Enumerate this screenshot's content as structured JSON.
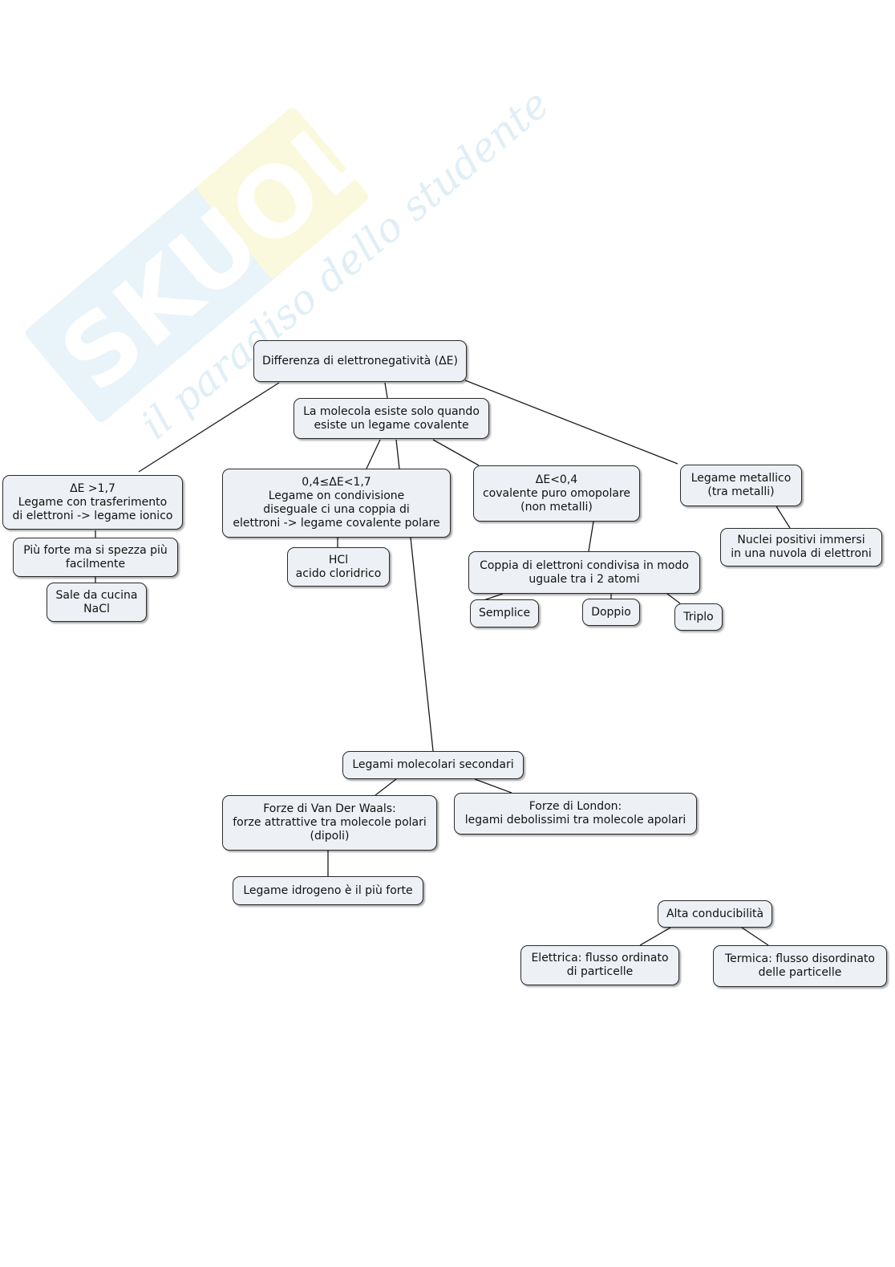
{
  "watermark": {
    "brand": "SKUOLA.net",
    "tagline": "il paradiso dello studente"
  },
  "nodes": {
    "root": [
      "Differenza di elettronegatività (ΔE)"
    ],
    "molecola": [
      "La molecola esiste solo quando",
      "esiste un legame covalente"
    ],
    "ionico": [
      "ΔE >1,7",
      "Legame con trasferimento",
      "di elettroni -> legame ionico"
    ],
    "piu_forte": [
      "Più forte ma si spezza più",
      "facilmente"
    ],
    "sale": [
      "Sale da cucina",
      "NaCl"
    ],
    "polare": [
      "0,4≤ΔE<1,7",
      "Legame on condivisione",
      "diseguale ci una coppia di",
      "elettroni -> legame covalente polare"
    ],
    "hcl": [
      "HCl",
      "acido cloridrico"
    ],
    "omopolare": [
      "ΔE<0,4",
      "covalente puro omopolare",
      "(non metalli)"
    ],
    "coppia": [
      "Coppia di elettroni condivisa in modo",
      "uguale tra i 2 atomi"
    ],
    "semplice": [
      "Semplice"
    ],
    "doppio": [
      "Doppio"
    ],
    "triplo": [
      "Triplo"
    ],
    "metallico": [
      "Legame metallico",
      "(tra metalli)"
    ],
    "nuclei": [
      "Nuclei positivi immersi",
      "in una nuvola di elettroni"
    ],
    "secondari": [
      "Legami molecolari secondari"
    ],
    "vanderwaals": [
      "Forze di Van Der Waals:",
      "forze attrattive tra molecole polari",
      "(dipoli)"
    ],
    "london": [
      "Forze di London:",
      "legami debolissimi tra molecole apolari"
    ],
    "idrogeno": [
      "Legame idrogeno è il più forte"
    ],
    "conducibilita": [
      "Alta conducibilità"
    ],
    "elettrica": [
      "Elettrica: flusso ordinato",
      "di particelle"
    ],
    "termica": [
      "Termica: flusso disordinato",
      "delle particelle"
    ]
  }
}
